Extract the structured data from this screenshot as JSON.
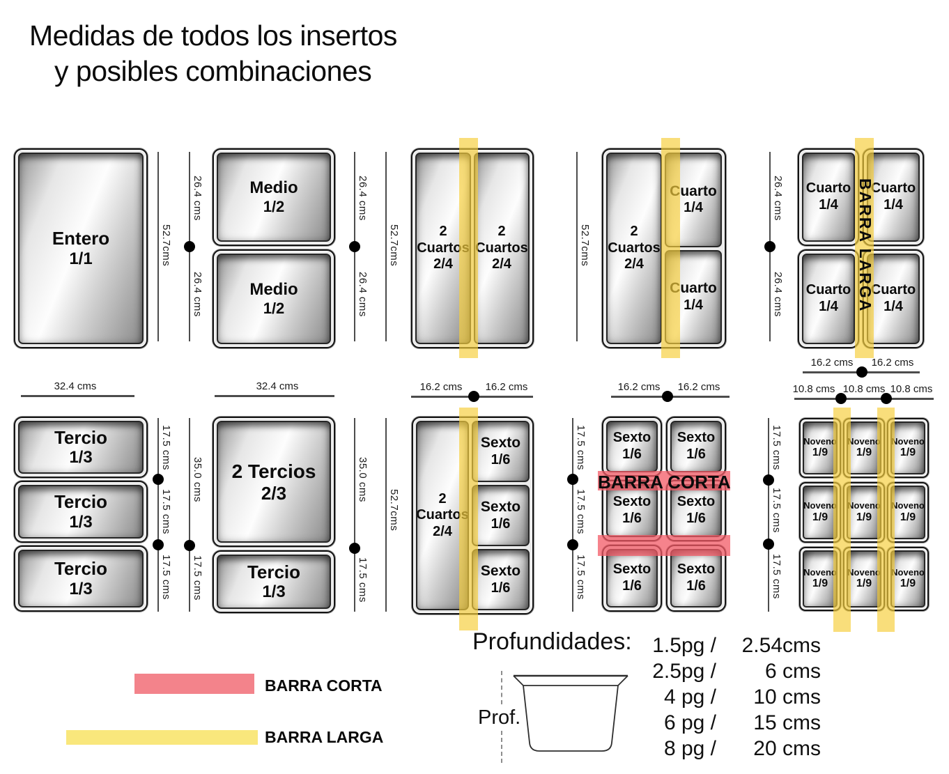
{
  "title": {
    "line1": "Medidas de todos los insertos",
    "line2": "y posibles combinaciones"
  },
  "pans": {
    "entero": [
      "Entero",
      "1/1"
    ],
    "medio": [
      "Medio",
      "1/2"
    ],
    "dos_cuartos": [
      "2",
      "Cuartos",
      "2/4"
    ],
    "cuarto": [
      "Cuarto",
      "1/4"
    ],
    "tercio": [
      "Tercio",
      "1/3"
    ],
    "dos_tercios": [
      "2 Tercios",
      "2/3"
    ],
    "sexto": [
      "Sexto",
      "1/6"
    ],
    "noveno": [
      "Noveno",
      "1/9"
    ]
  },
  "dimensions": {
    "d527": "52.7cms",
    "d264": "26.4 cms",
    "d324": "32.4 cms",
    "d162": "16.2 cms",
    "d108": "10.8 cms",
    "d175": "17.5 cms",
    "d350": "35.0 cms"
  },
  "bars": {
    "barra_corta": "BARRA CORTA",
    "barra_larga": "BARRA LARGA",
    "red_color": "#f3838b",
    "yellow_color": "#f9e77c"
  },
  "legend": {
    "barra_corta": "BARRA CORTA",
    "barra_larga": "BARRA LARGA"
  },
  "profundidades": {
    "heading": "Profundidades:",
    "prof_label": "Prof.",
    "rows": [
      {
        "pg": "1.5pg /",
        "cm": "2.54cms"
      },
      {
        "pg": "2.5pg /",
        "cm": "6 cms"
      },
      {
        "pg": "4 pg /",
        "cm": "10 cms"
      },
      {
        "pg": "6 pg /",
        "cm": "15 cms"
      },
      {
        "pg": "8 pg /",
        "cm": "20 cms"
      }
    ]
  }
}
